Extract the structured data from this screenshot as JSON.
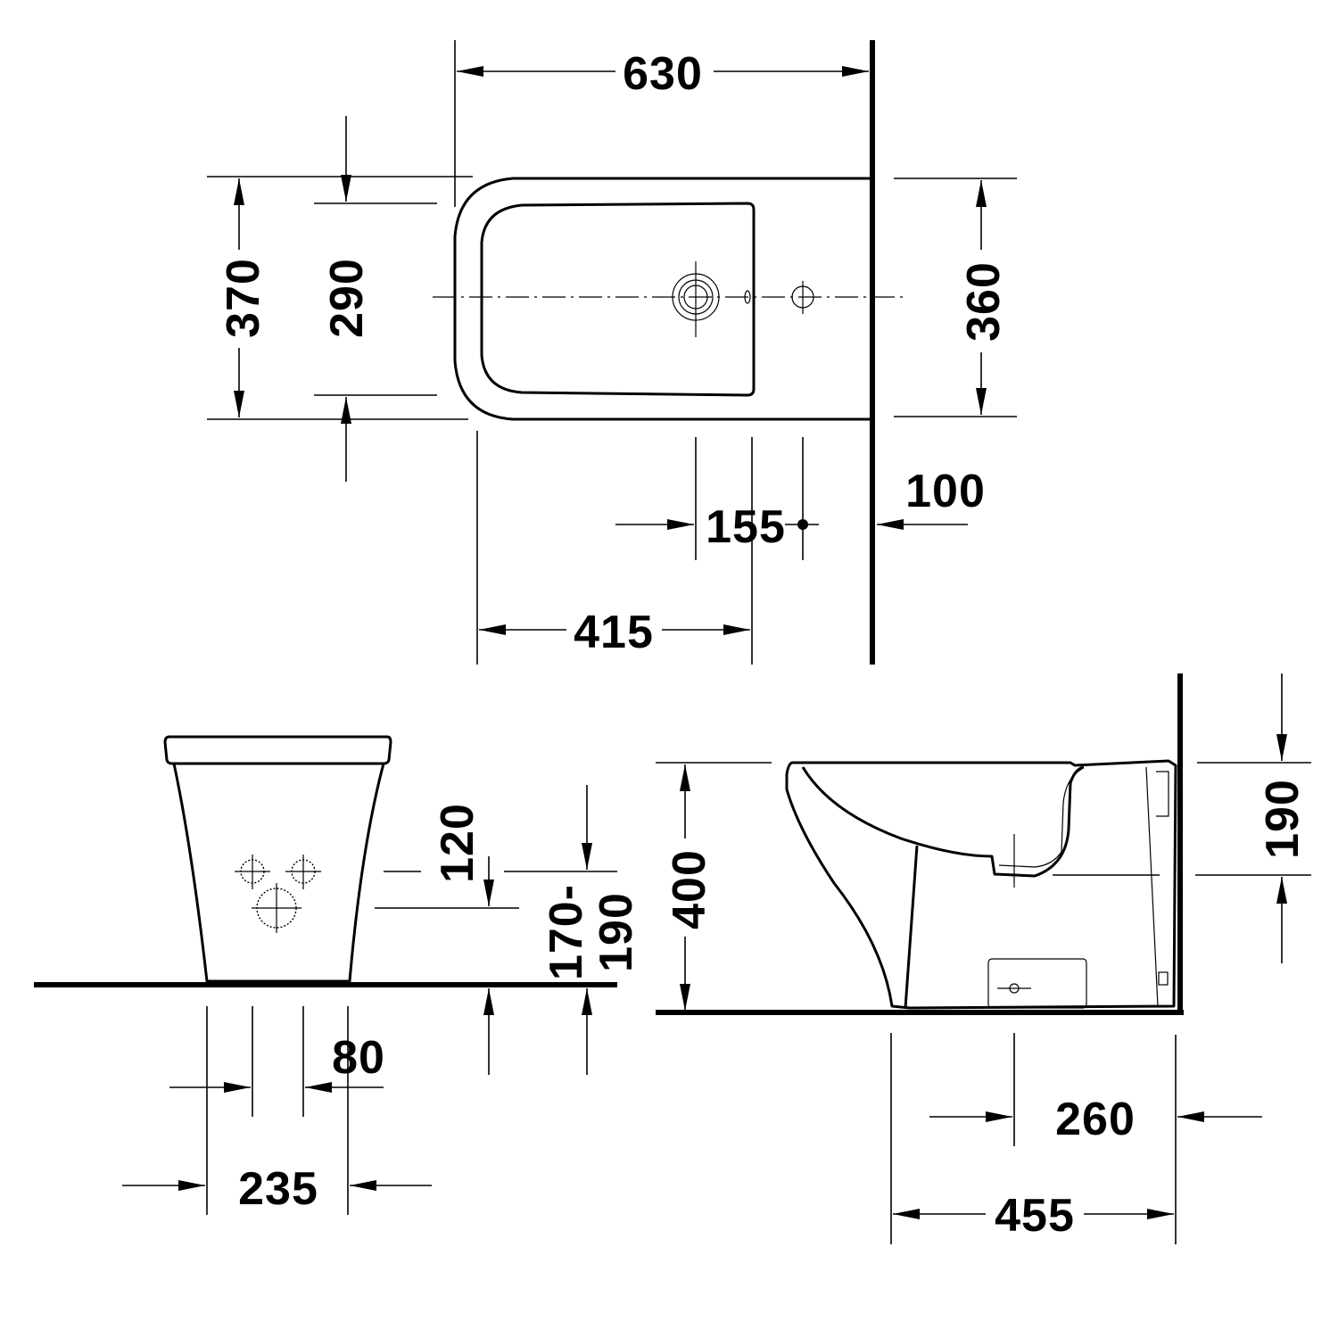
{
  "title": "Bidet technical dimension drawing",
  "units": "mm",
  "top_view": {
    "width_label": "630",
    "outer_depth_label": "370",
    "basin_depth_label": "290",
    "back_depth_label": "360",
    "wall_to_hole_label": "100",
    "tap_to_hole_label": "155",
    "front_to_tap_label": "415"
  },
  "front_view": {
    "upper_hole_height_label": "120",
    "waste_height_label_a": "170-",
    "waste_height_label_b": "190",
    "hole_spacing_label": "80",
    "base_width_label": "235"
  },
  "side_view": {
    "height_label": "400",
    "supply_drop_label": "190",
    "fixing_distance_label": "260",
    "base_depth_label": "455"
  }
}
